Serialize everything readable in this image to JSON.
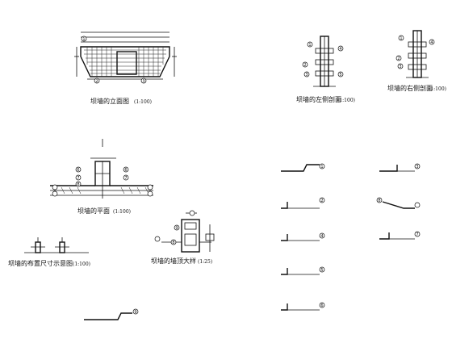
{
  "drawing_titles": {
    "front_elevation": "坝墙的立面图",
    "front_elevation_scale": "(1:100)",
    "left_section": "坝墙的左侧剖面",
    "left_section_scale": "(1:100)",
    "right_section": "坝墙的右侧剖面",
    "right_section_scale": "(1:100)",
    "plan_section": "坝墙的平面",
    "plan_section_scale": "(1:100)",
    "dimension_sketch": "坝墙的布置尺寸示意图",
    "dimension_sketch_scale": "(1:100)",
    "top_detail": "坝墙的墙顶大样",
    "top_detail_scale": "(1:25)"
  },
  "marker_numbers": [
    "1",
    "2",
    "3",
    "4",
    "5",
    "6",
    "7",
    "8",
    "9"
  ],
  "colors": {
    "ink": "#111111",
    "paper": "#ffffff"
  }
}
